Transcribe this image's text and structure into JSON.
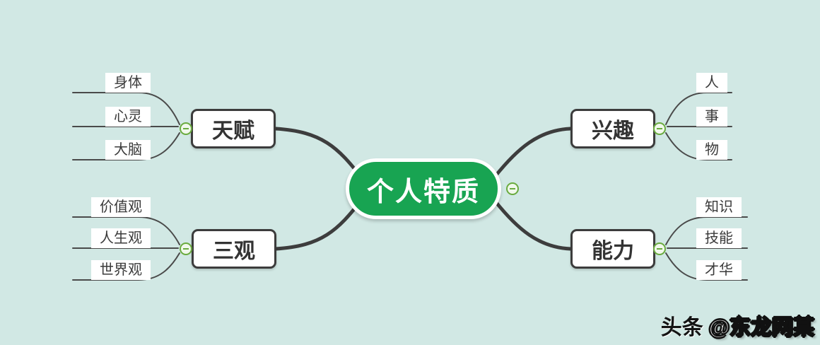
{
  "central": {
    "label": "个人特质"
  },
  "branches": [
    {
      "id": "tianfu",
      "label": "天赋",
      "side": "left",
      "children": [
        "身体",
        "心灵",
        "大脑"
      ]
    },
    {
      "id": "sanguan",
      "label": "三观",
      "side": "left",
      "children": [
        "价值观",
        "人生观",
        "世界观"
      ]
    },
    {
      "id": "xingqu",
      "label": "兴趣",
      "side": "right",
      "children": [
        "人",
        "事",
        "物"
      ]
    },
    {
      "id": "nengli",
      "label": "能力",
      "side": "right",
      "children": [
        "知识",
        "技能",
        "才华"
      ]
    }
  ],
  "icons": {
    "collapse": "minus-circle"
  },
  "watermark": {
    "solid": "头条",
    "outline": "@东龙网某"
  },
  "colors": {
    "background": "#d1e8e4",
    "central_node": "#18a452",
    "node_border": "#3c3c3c",
    "connector": "#3d3d3d",
    "collapse_green": "#6aab3f",
    "leaf_background": "#ffffff"
  }
}
